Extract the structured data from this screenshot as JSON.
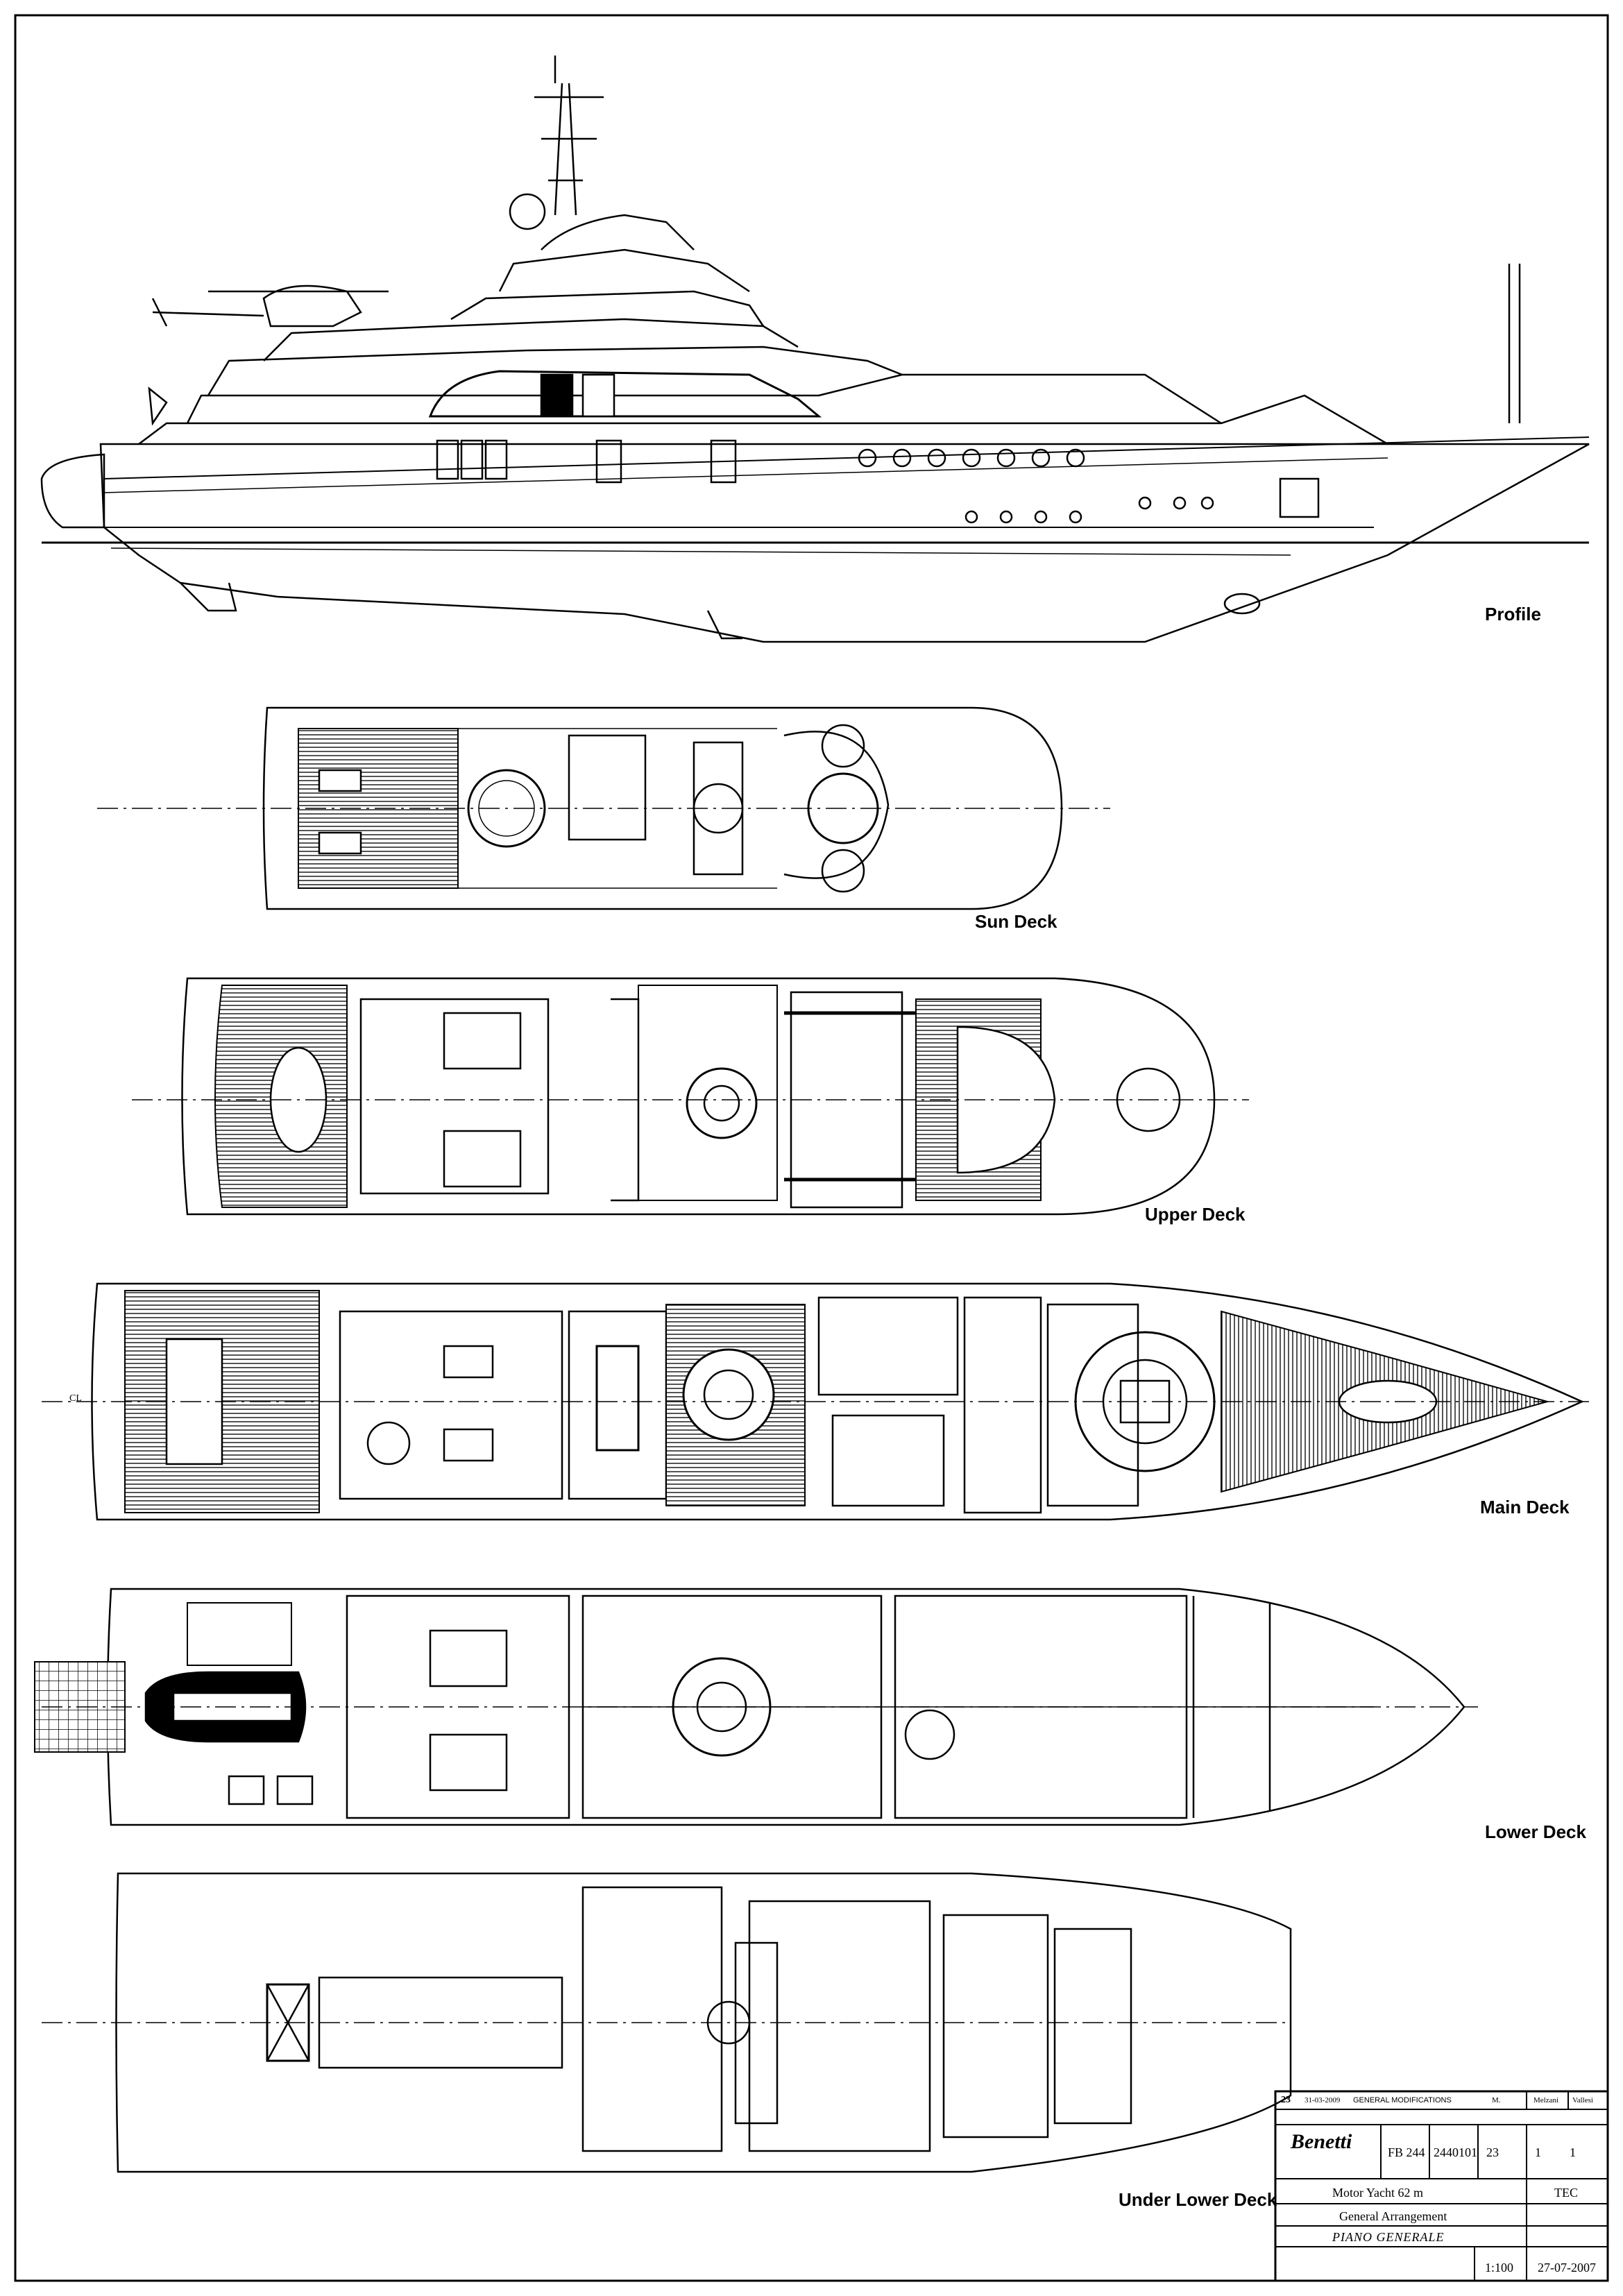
{
  "views": {
    "profile": "Profile",
    "sun_deck": "Sun Deck",
    "upper_deck": "Upper Deck",
    "main_deck": "Main Deck",
    "lower_deck": "Lower Deck",
    "under_lower_deck": "Under Lower Deck"
  },
  "centerline_marker": "CL",
  "title_block": {
    "revision_no": "23",
    "revision_date": "31-03-2009",
    "revision_desc": "GENERAL MODIFICATIONS",
    "revision_drawn": "M.",
    "revision_checked": "Melzani",
    "revision_approved": "Vallesi",
    "brand": "Benetti",
    "yard_no": "FB 244",
    "drawing_no": "2440101",
    "sheet_no": "23",
    "sheet_of": "1",
    "sheet_total": "1",
    "vessel": "Motor Yacht 62 m",
    "title_en": "General Arrangement",
    "title_it": "PIANO GENERALE",
    "department": "TEC",
    "scale": "1:100",
    "date": "27-07-2007"
  },
  "colors": {
    "line": "#000000",
    "paper": "#ffffff",
    "deck_hatch": "#555555"
  }
}
